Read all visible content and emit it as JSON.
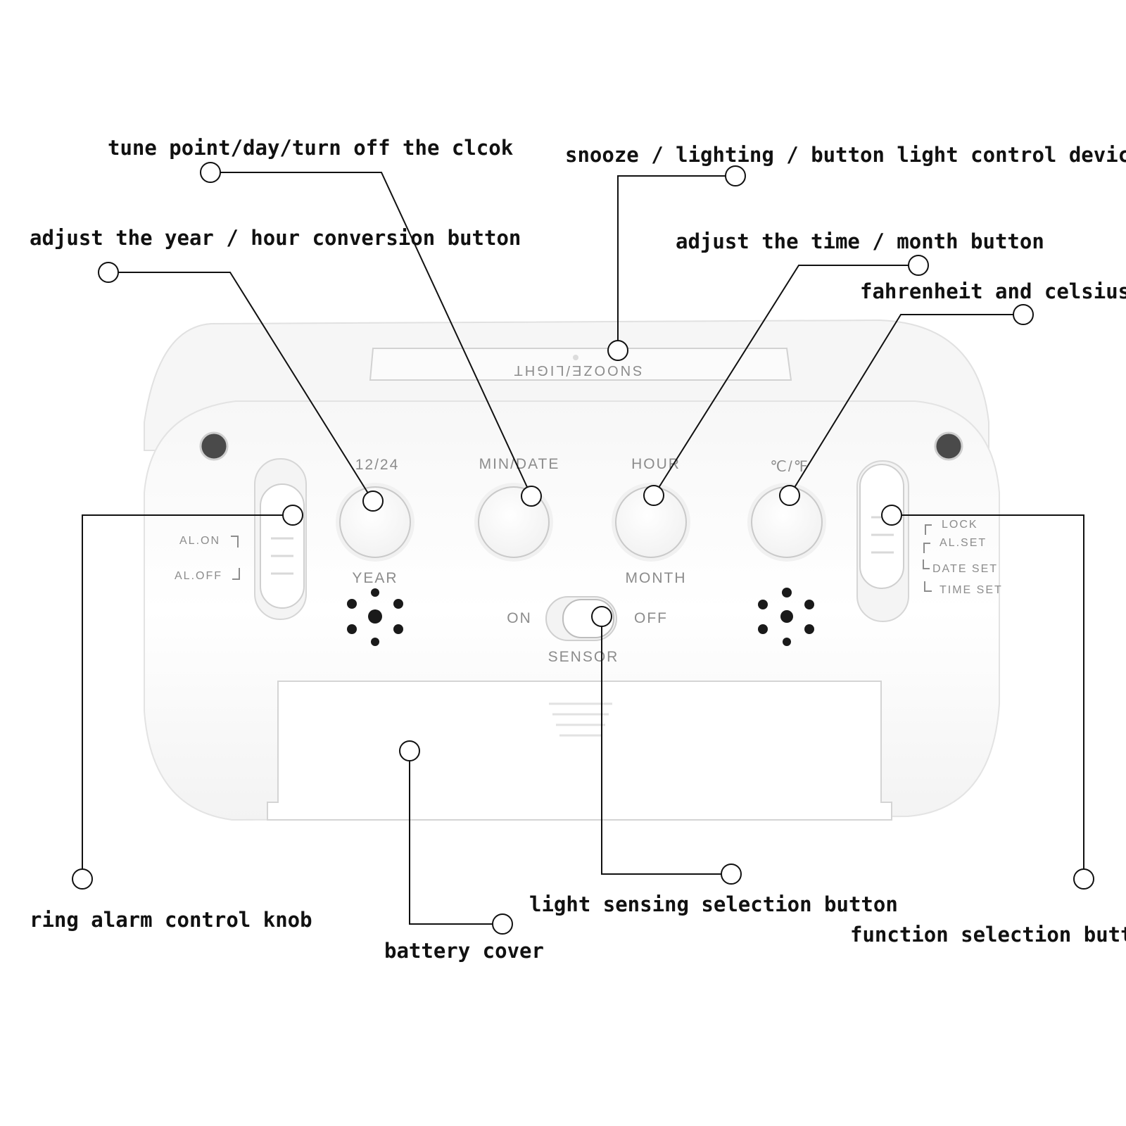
{
  "callouts": {
    "tune_point": "tune point/day/turn off the clcok",
    "snooze": "snooze / lighting / button light control device",
    "adjust_year": "adjust the year / hour conversion button",
    "adjust_time": "adjust the time / month button",
    "fahrenheit": "fahrenheit and celsius",
    "ring_alarm": "ring alarm control knob",
    "battery": "battery cover",
    "light_sensing": "light sensing selection button",
    "function_select": "function selection button"
  },
  "device": {
    "snooze_label": "SNOOZE/LIGHT",
    "btn_1224": "12/24",
    "btn_min_date": "MIN/DATE",
    "btn_hour": "HOUR",
    "btn_cf": "℃/℉",
    "label_year": "YEAR",
    "label_month": "MONTH",
    "al_on": "AL.ON",
    "al_off": "AL.OFF",
    "sensor_on": "ON",
    "sensor_off": "OFF",
    "sensor_label": "SENSOR",
    "mode_lock": "LOCK",
    "mode_alset": "AL.SET",
    "mode_dateset": "DATE SET",
    "mode_timeset": "TIME SET"
  },
  "colors": {
    "body": "#ffffff",
    "body_shadow": "#e3e3e3",
    "panel_text": "#8c8c8c",
    "leader": "#111111"
  }
}
